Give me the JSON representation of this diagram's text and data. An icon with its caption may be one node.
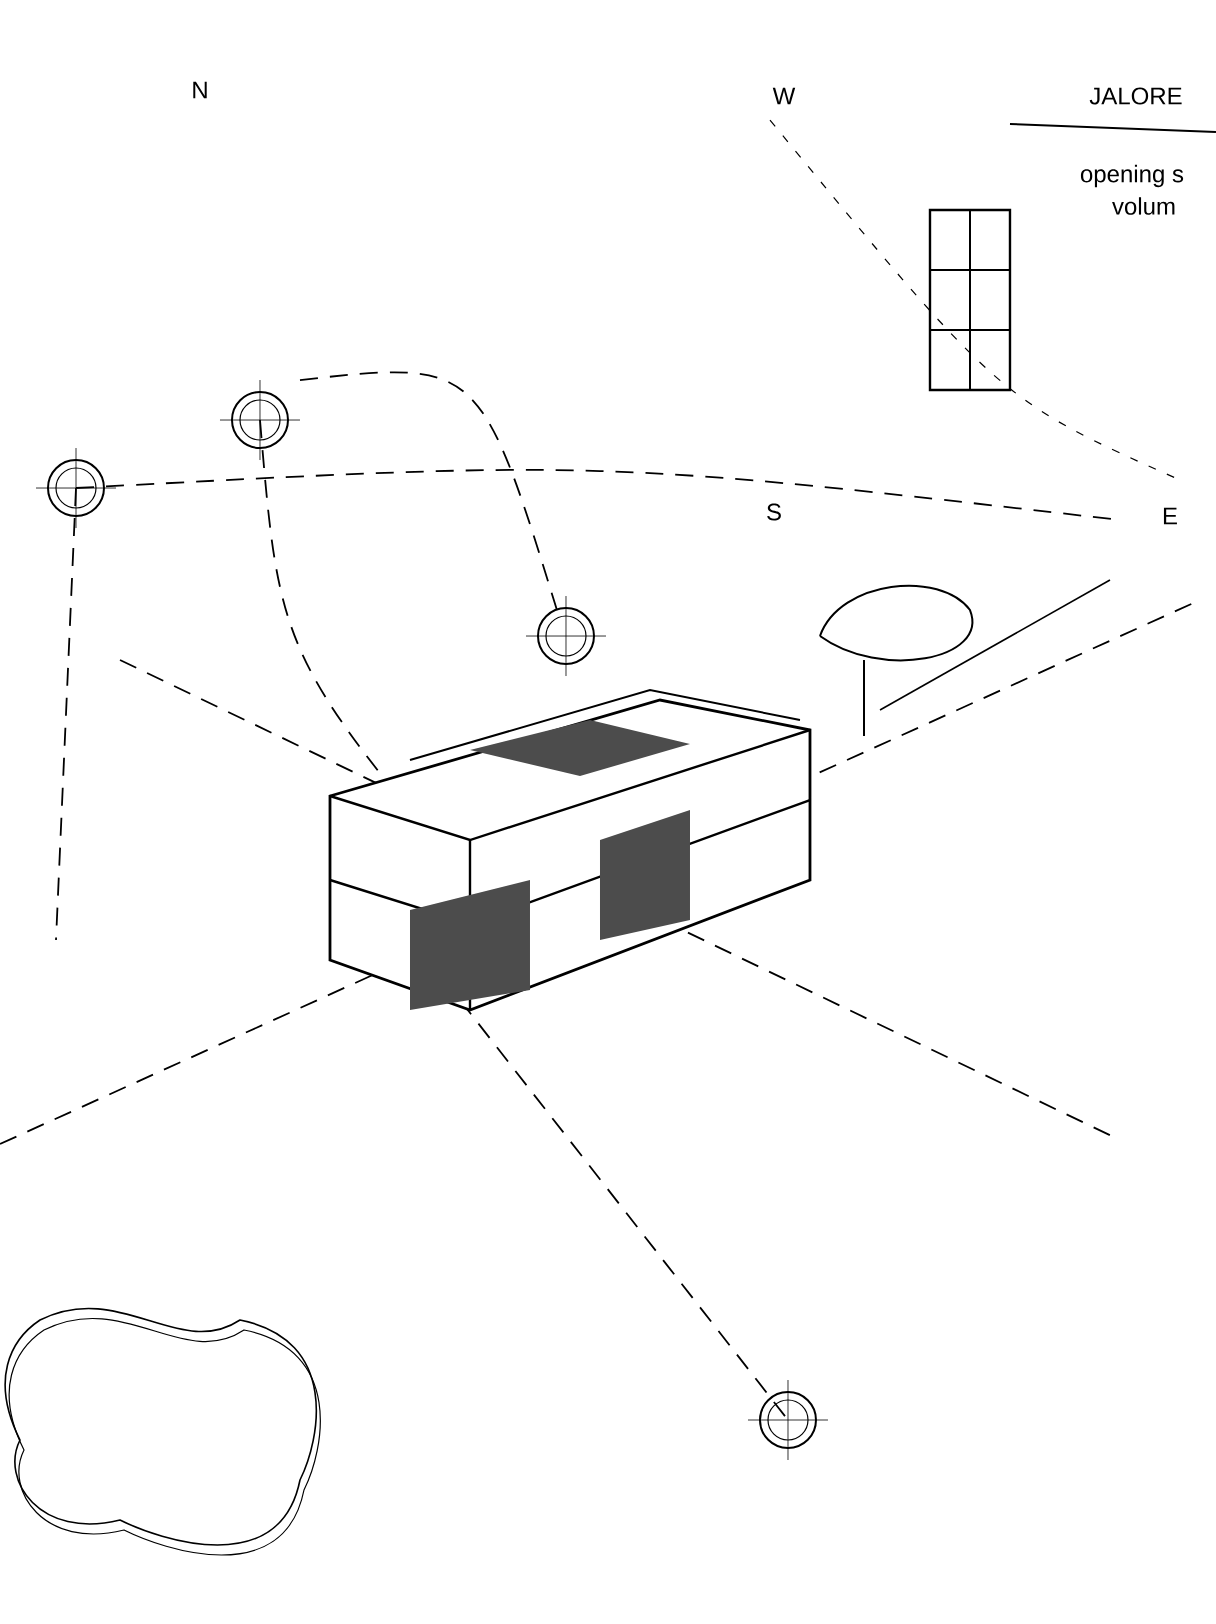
{
  "diagram": {
    "labels": [
      "N",
      "W",
      "JALORE",
      "opening s",
      "volum",
      "S",
      "E"
    ]
  }
}
